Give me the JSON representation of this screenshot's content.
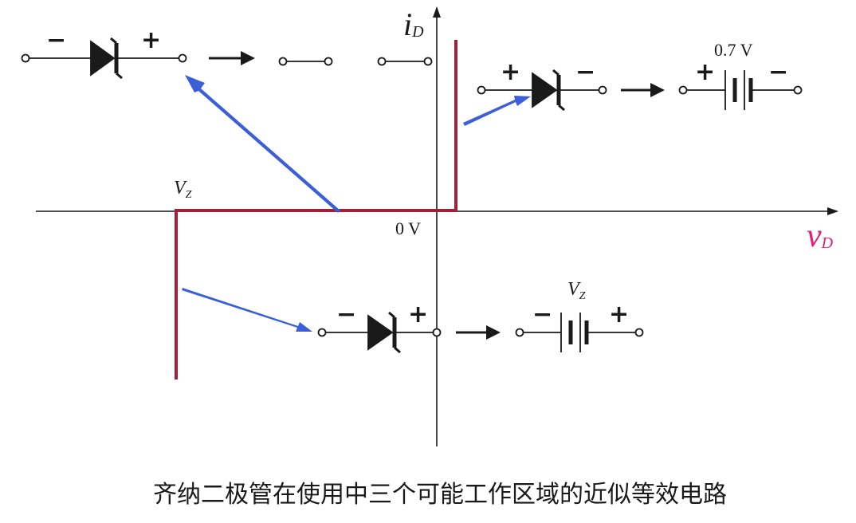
{
  "axes": {
    "y_label_main": "i",
    "y_label_sub": "D",
    "x_label_main": "v",
    "x_label_sub": "D",
    "origin_label": "0 V",
    "vz_label_main": "V",
    "vz_label_sub": "Z"
  },
  "circuits": {
    "off": {
      "minus": "−",
      "plus": "+"
    },
    "forward": {
      "plus": "+",
      "minus": "−",
      "battery_plus": "+",
      "battery_minus": "−",
      "voltage": "0.7 V"
    },
    "zener": {
      "minus": "−",
      "plus": "+",
      "battery_minus": "−",
      "battery_plus": "+",
      "voltage_main": "V",
      "voltage_sub": "Z"
    }
  },
  "caption": "齐纳二极管在使用中三个可能工作区域的近似等效电路",
  "colors": {
    "curve": "#a0203a",
    "pointer": "#3b5fd9",
    "ink": "#1a1a1a",
    "vd_label": "#e0207a"
  }
}
